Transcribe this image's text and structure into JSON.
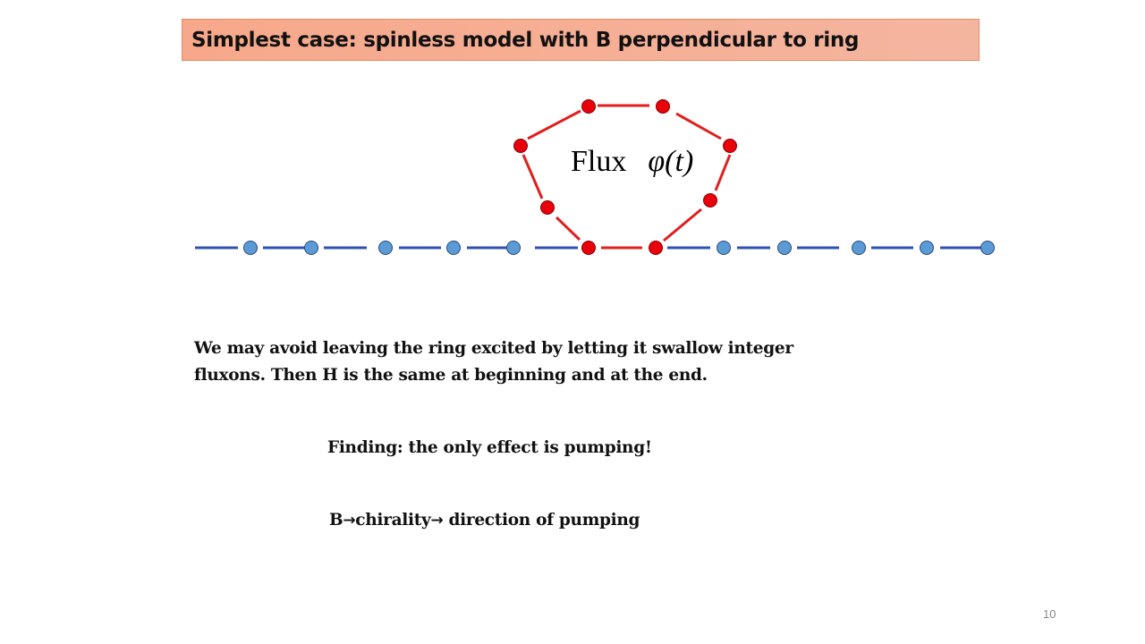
{
  "slide": {
    "title": "Simplest case: spinless model with  B perpendicular to ring",
    "diagram": {
      "flux_word": "Flux",
      "flux_symbol": "φ(t)",
      "chain_color": "#2f50b0",
      "site_color": "#5b9bd5",
      "ring_color": "#e01f1f",
      "ring_site_color": "#e8000a"
    },
    "paragraph_line1": "We may avoid leaving the ring excited by letting it  swallow integer",
    "paragraph_line2": "fluxons. Then H is the same at beginning and at the end.",
    "finding": "Finding:  the only effect is pumping!",
    "chirality": {
      "part1": "B",
      "arrow1": "→",
      "part2": "chirality",
      "arrow2": "→",
      "part3": " direction of pumping"
    },
    "page_number": "10"
  }
}
